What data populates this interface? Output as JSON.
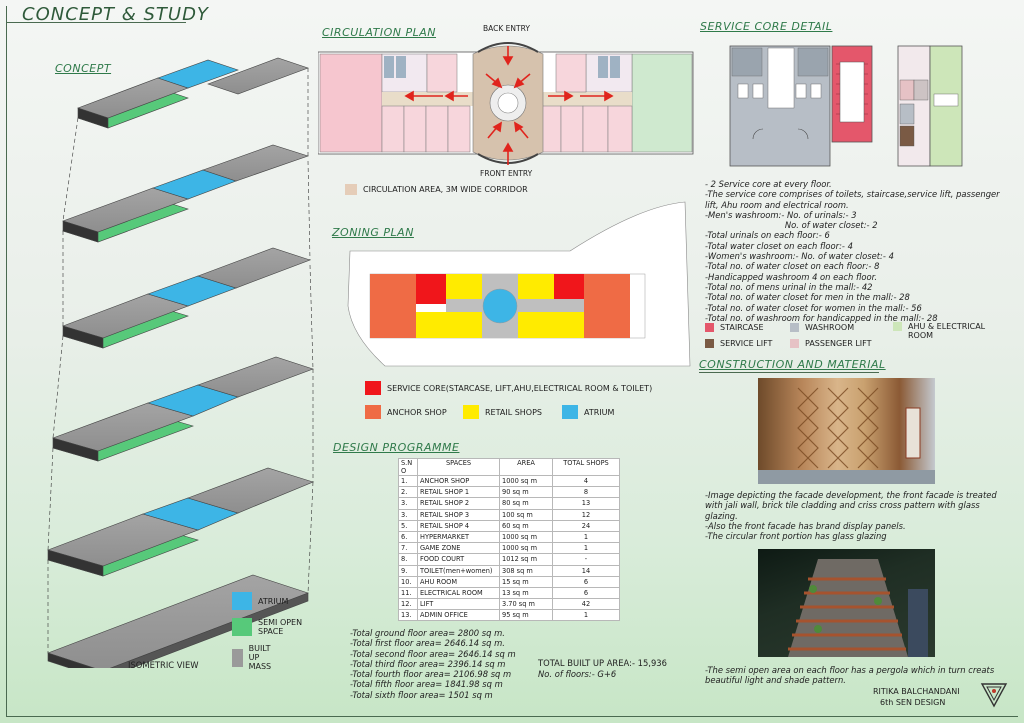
{
  "title": "CONCEPT & STUDY",
  "sections": {
    "concept": "CONCEPT",
    "circulation": "CIRCULATION PLAN",
    "zoning": "ZONING PLAN",
    "programme": "DESIGN PROGRAMME",
    "service_core": "SERVICE CORE DETAIL",
    "construction": "CONSTRUCTION AND MATERIAL"
  },
  "concept": {
    "caption": "ISOMETRIC VIEW",
    "legend": [
      {
        "label": "ATRIUM",
        "color": "#3db5e6"
      },
      {
        "label": "SEMI OPEN SPACE",
        "color": "#57c97a"
      },
      {
        "label": "BUILT UP MASS",
        "color": "#9a9a9a"
      }
    ]
  },
  "circulation": {
    "back_entry": "BACK ENTRY",
    "front_entry": "FRONT ENTRY",
    "legend": "CIRCULATION AREA, 3M WIDE CORRIDOR"
  },
  "zoning": {
    "legend": [
      {
        "label": "SERVICE CORE(STARCASE, LIFT,AHU,ELECTRICAL ROOM & TOILET)",
        "color": "#f0161b"
      },
      {
        "label": "ANCHOR SHOP",
        "color": "#ef6b45"
      },
      {
        "label": "RETAIL SHOPS",
        "color": "#ffeb00"
      },
      {
        "label": "ATRIUM",
        "color": "#3db5e6"
      }
    ]
  },
  "programme": {
    "headers": [
      "S.N O",
      "SPACES",
      "AREA",
      "TOTAL SHOPS"
    ],
    "rows": [
      [
        "1.",
        "ANCHOR SHOP",
        "1000 sq m",
        "4"
      ],
      [
        "2.",
        "RETAIL SHOP 1",
        "90 sq m",
        "8"
      ],
      [
        "3.",
        "RETAIL SHOP 2",
        "80 sq m",
        "13"
      ],
      [
        "3.",
        "RETAIL SHOP 3",
        "100 sq m",
        "12"
      ],
      [
        "5.",
        "RETAIL SHOP 4",
        "60 sq m",
        "24"
      ],
      [
        "6.",
        "HYPERMARKET",
        "1000 sq m",
        "1"
      ],
      [
        "7.",
        "GAME ZONE",
        "1000 sq m",
        "1"
      ],
      [
        "8.",
        "FOOD COURT",
        "1012 sq m",
        "-"
      ],
      [
        "9.",
        "TOILET(men+women)",
        "308 sq m",
        "14"
      ],
      [
        "10.",
        "AHU ROOM",
        "15 sq m",
        "6"
      ],
      [
        "11.",
        "ELECTRICAL ROOM",
        "13 sq m",
        "6"
      ],
      [
        "12.",
        "LIFT",
        "3.70 sq m",
        "42"
      ],
      [
        "13.",
        "ADMIN OFFICE",
        "95 sq m",
        "1"
      ]
    ],
    "floor_areas": [
      "-Total ground floor area= 2800 sq m.",
      "-Total first floor area= 2646.14 sq m.",
      "-Total second floor area= 2646.14 sq m",
      "-Total third floor area= 2396.14 sq m",
      "-Total fourth floor area= 2106.98 sq m",
      "-Total fifth floor area= 1841.98 sq m",
      "-Total sixth floor area= 1501 sq m"
    ],
    "total_built_up": "TOTAL BUILT UP AREA:- 15,936",
    "floors": "No. of floors:- G+6"
  },
  "service_core": {
    "notes": [
      "- 2 Service core at every floor.",
      "-The service core comprises of toilets, staircase,service lift, passenger",
      "lift, Ahu room and electrical room.",
      "-Men's washroom:- No. of urinals:- 3",
      "                              No. of water closet:- 2",
      "-Total urinals on each floor:- 6",
      "-Total water closet on each floor:- 4",
      "-Women's washroom:- No. of water closet:- 4",
      "-Total no. of water closet on each floor:- 8",
      "-Handicapped washroom 4 on each floor.",
      "-Total no. of mens urinal in the mall:- 42",
      "-Total no. of water closet for men in the mall:- 28",
      "-Total no. of water closet for women in the mall:- 56",
      "-Total no. of washroom for handicapped in the mall:- 28"
    ],
    "legend": [
      {
        "label": "STAIRCASE",
        "color": "#e4576b"
      },
      {
        "label": "WASHROOM",
        "color": "#b7bec6"
      },
      {
        "label": "AHU & ELECTRICAL ROOM",
        "color": "#cde6b9"
      },
      {
        "label": "SERVICE LIFT",
        "color": "#7a5a44"
      },
      {
        "label": "PASSENGER LIFT",
        "color": "#e6c2c5"
      }
    ]
  },
  "construction": {
    "facade_text": [
      "-Image depicting the facade development, the front facade is treated",
      "with jali wall, brick tile cladding and criss cross pattern with glass",
      "glazing.",
      "-Also the front facade has brand display panels.",
      "-The circular front portion has glass glazing"
    ],
    "pergola_text": [
      "-The semi open area on each floor has a pergola which in turn creats",
      "beautiful light and shade pattern."
    ]
  },
  "author": {
    "name": "RITIKA BALCHANDANI",
    "class": "6th SEN DESIGN"
  }
}
